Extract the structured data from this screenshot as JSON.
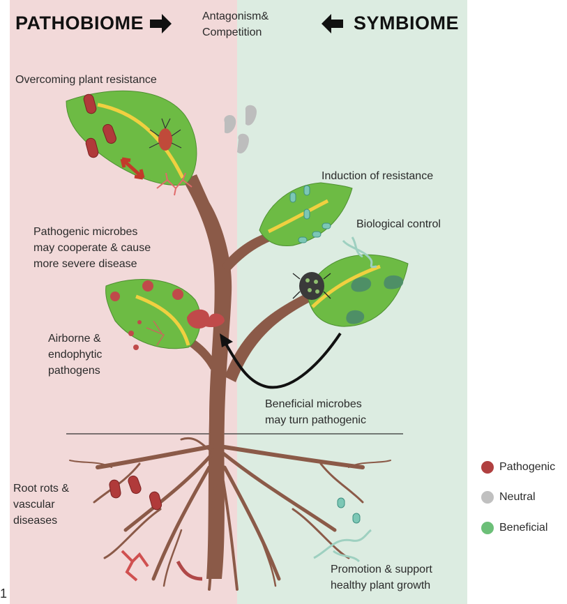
{
  "titles": {
    "left": "PATHOBIOME",
    "right": "SYMBIOME"
  },
  "center_label": "Antagonism&\nCompetition",
  "labels": {
    "overcoming": "Overcoming plant resistance",
    "cooperate": "Pathogenic microbes\nmay cooperate & cause\nmore severe disease",
    "airborne": "Airborne &\nendophytic\npathogens",
    "root_rots": "Root rots &\nvascular\ndiseases",
    "induction": "Induction of resistance",
    "biocontrol": "Biological control",
    "turn_pathogenic": "Beneficial microbes\nmay turn pathogenic",
    "promotion": "Promotion & support\nhealthy plant growth"
  },
  "legend": [
    {
      "label": "Pathogenic",
      "color": "#b04040"
    },
    {
      "label": "Neutral",
      "color": "#c0c0c0"
    },
    {
      "label": "Beneficial",
      "color": "#6cbf78"
    }
  ],
  "corner_mark": "1",
  "colors": {
    "pathobiome_bg": "#f2d9d9",
    "symbiome_bg": "#dcece1",
    "stem": "#8b5a48",
    "leaf": "#6dbb44",
    "vein": "#f0d040",
    "pathogen": "#b03a3a",
    "beneficial": "#6cbfa8",
    "neutral": "#bdbdbd"
  }
}
